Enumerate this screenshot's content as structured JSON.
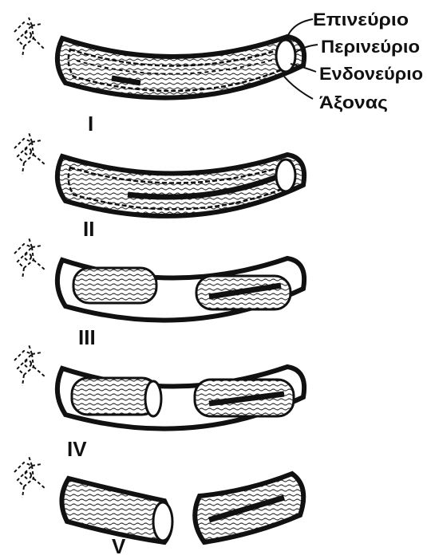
{
  "labels": {
    "epineurium": "Επινεύριο",
    "perineurium": "Περινεύριο",
    "endoneurium": "Ενδονεύριο",
    "axon": "Άξονας"
  },
  "stages": [
    "I",
    "II",
    "III",
    "IV",
    "V"
  ]
}
